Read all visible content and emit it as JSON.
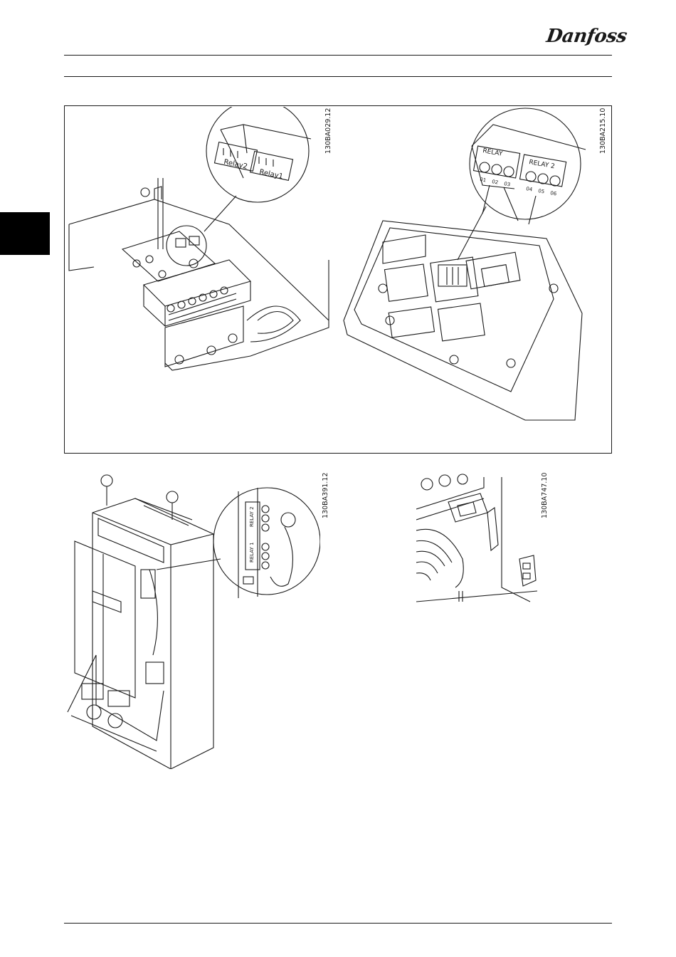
{
  "header": {
    "brand": "Danfoss"
  },
  "figures": {
    "top_left": {
      "code": "130BA029.12",
      "labels": [
        "Relay2",
        "Relay1"
      ]
    },
    "top_right": {
      "code": "130BA215.10",
      "labels": [
        "RELAY",
        "RELAY 2"
      ],
      "terminals": [
        "01",
        "02",
        "03",
        "04",
        "05",
        "06"
      ]
    },
    "bottom_left": {
      "code": "130BA391.12",
      "labels": [
        "RELAY 2",
        "RELAY 1"
      ]
    },
    "bottom_right": {
      "code": "130BA747.10"
    }
  },
  "colors": {
    "line": "#1a1a1a",
    "tab": "#000000"
  }
}
